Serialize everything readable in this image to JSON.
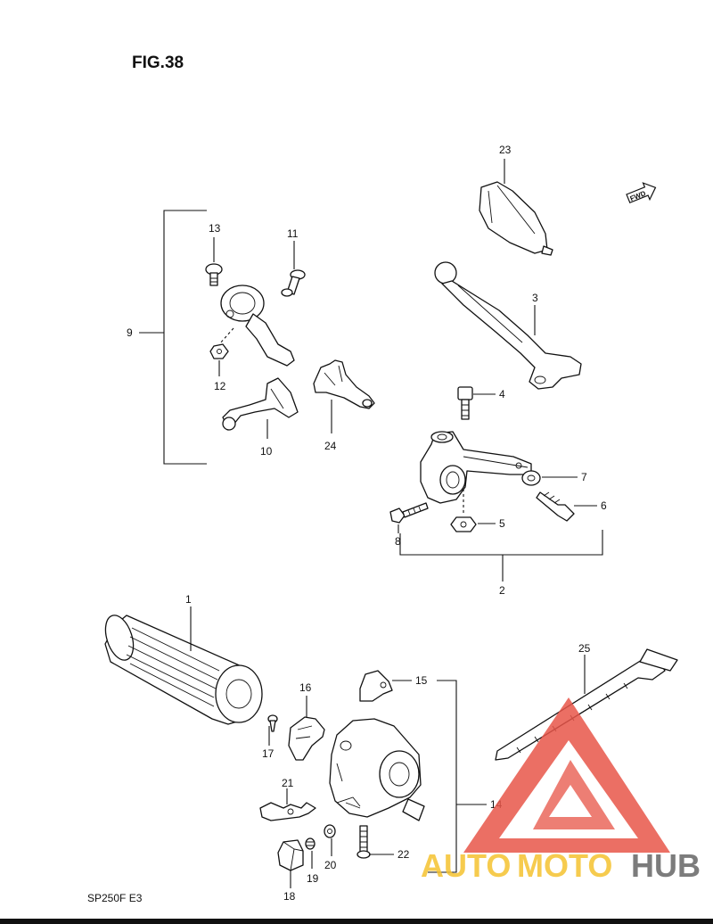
{
  "figure": {
    "title": "FIG.38",
    "model_code": "SP250F  E3"
  },
  "fwd_arrow": {
    "label": "FWD"
  },
  "callouts": {
    "c1": "1",
    "c2": "2",
    "c3": "3",
    "c4": "4",
    "c5": "5",
    "c6": "6",
    "c7": "7",
    "c8": "8",
    "c9": "9",
    "c10": "10",
    "c11": "11",
    "c12": "12",
    "c13": "13",
    "c14": "14",
    "c15": "15",
    "c16": "16",
    "c17": "17",
    "c18": "18",
    "c19": "19",
    "c20": "20",
    "c21": "21",
    "c22": "22",
    "c23": "23",
    "c24": "24",
    "c25": "25"
  },
  "watermark": {
    "part1": "AUTO",
    "part2": "MOTO",
    "part3": "HUB",
    "color_red": "#e8564a",
    "color_yellow": "#f5c230",
    "color_gray": "#666666"
  }
}
